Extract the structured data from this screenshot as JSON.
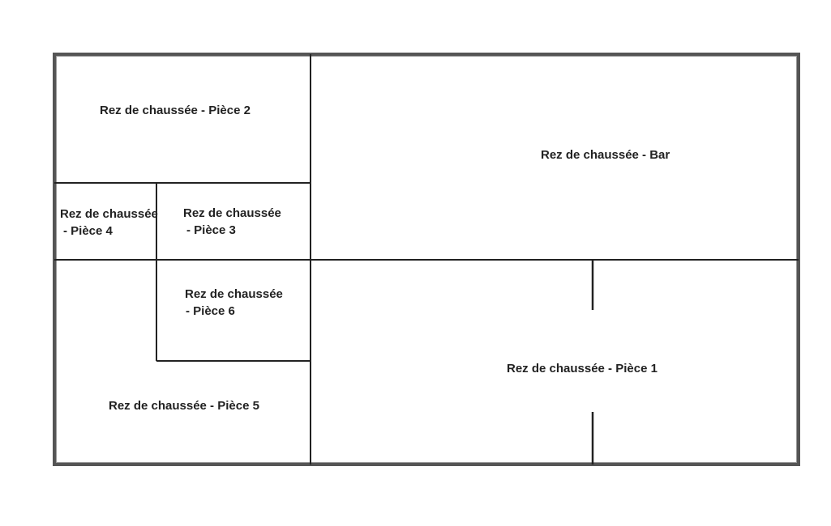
{
  "floor_plan": {
    "rooms": {
      "piece2": {
        "label": "Rez de chaussée - Pièce 2"
      },
      "bar": {
        "label": "Rez de chaussée - Bar"
      },
      "piece4": {
        "line1": "Rez de chaussée",
        "line2": "- Pièce 4"
      },
      "piece3": {
        "line1": "Rez de chaussée",
        "line2": "- Pièce 3"
      },
      "piece6": {
        "line1": "Rez de chaussée",
        "line2": "- Pièce 6"
      },
      "piece5": {
        "label": "Rez de chaussée - Pièce 5"
      },
      "piece1": {
        "label": "Rez de chaussée - Pièce 1"
      }
    },
    "colors": {
      "wall": "#222222",
      "outer_wall": "#555555",
      "background": "#ffffff"
    }
  }
}
